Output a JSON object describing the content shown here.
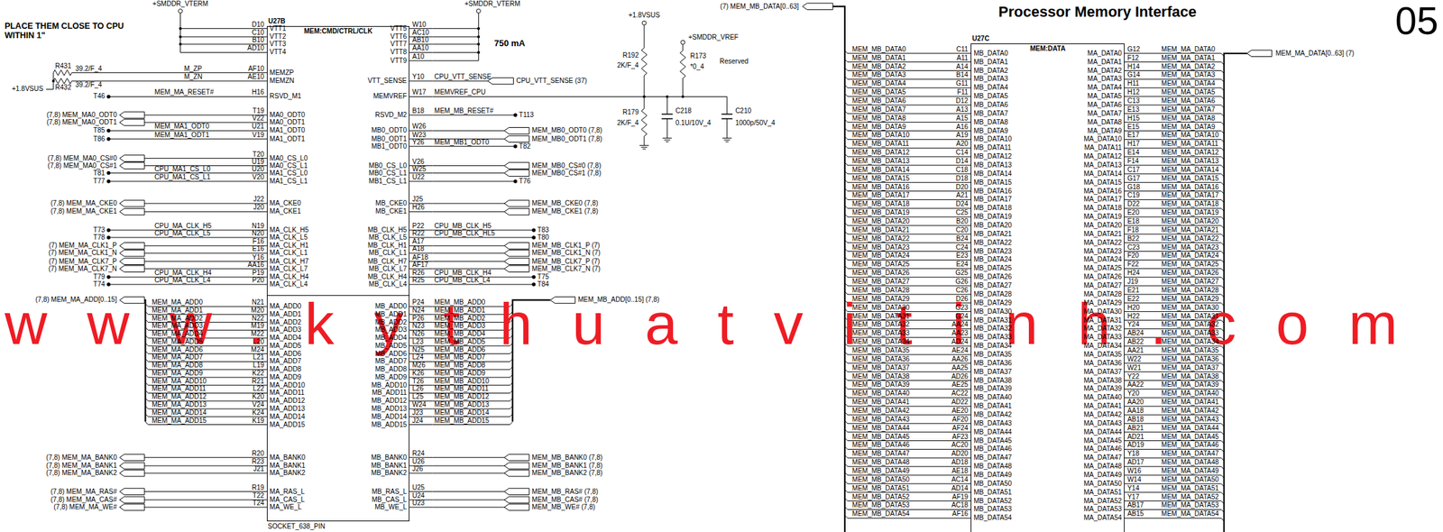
{
  "diagram": {
    "title": "Processor Memory Interface",
    "nodes": [
      {
        "text": [
          "U27B",
          "MEM:CMD/CTRL/CLK"
        ]
      },
      {
        "text": [
          "U27C",
          "MEM:DATA"
        ]
      }
    ],
    "labels": [
      "www.kythuatvitinh.com",
      "+SMDDR_VTERM",
      "PLACE THEM CLOSE TO CPU WITHIN 1\"",
      "R431",
      "39.2/F_4",
      "R432",
      "39.2/F_4",
      "+1.8VSUS",
      "+SMDDR_VTERM",
      "750 mA",
      "+1.8VSUS",
      "+SMDDR_VREF",
      "R192",
      "2K/F_4",
      "R173",
      "*0_4",
      "Reserved",
      "R179",
      "2K/F_4",
      "C218",
      "0.1U/10V_4",
      "C210",
      "1000p/50V_4",
      "(7) MEM_MB_DATA[0..63]",
      "Processor Memory Interface",
      "05",
      "MEM_MA_DATA[0..63] (7)",
      "(7,8) MEM_MA_ADD[0..15]",
      "MEM_MB_ADD[0..15] (7,8)",
      "SOCKET_638_PIN",
      "D10",
      "VTT1",
      "C10",
      "VTT2",
      "B10",
      "VTT3",
      "AD10",
      "VTT4",
      "AF10",
      "MEMZP",
      "M_ZP",
      "AE10",
      "MEMZN",
      "M_ZN",
      "H16",
      "RSVD_M1",
      "MEM_MA_RESET#",
      "T46",
      "T19",
      "MA0_ODT0",
      "(7,8) MEM_MA0_ODT0",
      "V22",
      "MA0_ODT1",
      "(7,8) MEM_MA0_ODT1",
      "U21",
      "MA1_ODT0",
      "MEM_MA1_ODT0",
      "T85",
      "V19",
      "MA1_ODT1",
      "MEM_MA1_ODT1",
      "T86",
      "T20",
      "MA0_CS_L0",
      "(7,8) MEM_MA0_CS#0",
      "U19",
      "MA0_CS_L1",
      "(7,8) MEM_MA0_CS#1",
      "U20",
      "MA1_CS_L0",
      "CPU_MA1_CS_L0",
      "T81",
      "V20",
      "MA1_CS_L1",
      "CPU_MA1_CS_L1",
      "T77",
      "J22",
      "MA_CKE0",
      "(7,8) MEM_MA_CKE0",
      "J20",
      "MA_CKE1",
      "(7,8) MEM_MA_CKE1",
      "N19",
      "MA_CLK_H5",
      "CPU_MA_CLK_H5",
      "T73",
      "N20",
      "MA_CLK_L5",
      "CPU_MA_CLK_L5",
      "T78",
      "F16",
      "MA_CLK_H1",
      "(7) MEM_MA_CLK1_P",
      "E16",
      "MA_CLK_L1",
      "(7) MEM_MA_CLK1_N",
      "Y16",
      "MA_CLK_H7",
      "(7) MEM_MA_CLK7_P",
      "AA16",
      "MA_CLK_L7",
      "(7) MEM_MA_CLK7_N",
      "P19",
      "MA_CLK_H4",
      "CPU_MA_CLK_H4",
      "T79",
      "P20",
      "MA_CLK_L4",
      "CPU_MA_CLK_L4",
      "T74",
      "N21",
      "MA_ADD0",
      "MEM_MA_ADD0",
      "M20",
      "MA_ADD1",
      "MEM_MA_ADD1",
      "N22",
      "MA_ADD2",
      "MEM_MA_ADD2",
      "M19",
      "MA_ADD3",
      "MEM_MA_ADD3",
      "M22",
      "MA_ADD4",
      "MEM_MA_ADD4",
      "L20",
      "MA_ADD5",
      "MEM_MA_ADD5",
      "M24",
      "MA_ADD6",
      "MEM_MA_ADD6",
      "L21",
      "MA_ADD7",
      "MEM_MA_ADD7",
      "L19",
      "MA_ADD8",
      "MEM_MA_ADD8",
      "K22",
      "MA_ADD9",
      "MEM_MA_ADD9",
      "R21",
      "MA_ADD10",
      "MEM_MA_ADD10",
      "L22",
      "MA_ADD11",
      "MEM_MA_ADD11",
      "K20",
      "MA_ADD12",
      "MEM_MA_ADD12",
      "V24",
      "MA_ADD13",
      "MEM_MA_ADD13",
      "K24",
      "MA_ADD14",
      "MEM_MA_ADD14",
      "K19",
      "MA_ADD15",
      "MEM_MA_ADD15",
      "R20",
      "MA_BANK0",
      "(7,8) MEM_MA_BANK0",
      "R23",
      "MA_BANK1",
      "(7,8) MEM_MA_BANK1",
      "J21",
      "MA_BANK2",
      "(7,8) MEM_MA_BANK2",
      "R19",
      "MA_RAS_L",
      "(7,8) MEM_MA_RAS#",
      "T22",
      "MA_CAS_L",
      "(7,8) MEM_MA_CAS#",
      "T24",
      "MA_WE_L",
      "(7,8) MEM_MA_WE#",
      "W10",
      "VTT5",
      "AC10",
      "VTT6",
      "AB10",
      "VTT7",
      "AA10",
      "VTT8",
      "A10",
      "VTT9",
      "Y10",
      "VTT_SENSE",
      "CPU_VTT_SENSE",
      "CPU_VTT_SENSE (37)",
      "W17",
      "MEMVREF",
      "MEMVREF_CPU",
      "B18",
      "RSVD_M2",
      "MEM_MB_RESET#",
      "T113",
      "W26",
      "MB0_ODT0",
      "MEM_MB0_ODT0 (7,8)",
      "W23",
      "MB0_ODT1",
      "MEM_MB0_ODT1 (7,8)",
      "Y26",
      "MB1_ODT0",
      "MEM_MB1_ODT0",
      "T82",
      "V26",
      "MB0_CS_L0",
      "MEM_MB0_CS#0 (7,8)",
      "W25",
      "MB0_CS_L1",
      "MEM_MB0_CS#1 (7,8)",
      "U22",
      "MB1_CS_L1",
      "T76",
      "J25",
      "MB_CKE0",
      "MEM_MB_CKE0 (7,8)",
      "H26",
      "MB_CKE1",
      "MEM_MB_CKE1 (7,8)",
      "P22",
      "MB_CLK_H5",
      "CPU_MB_CLK_H5",
      "T83",
      "R22",
      "MB_CLK_L5",
      "CPU_MB_CLK_HL5",
      "T80",
      "A17",
      "MB_CLK_H1",
      "MEM_MB_CLK1_P (7)",
      "A18",
      "MB_CLK_L1",
      "MEM_MB_CLK1_N (7)",
      "AF18",
      "MB_CLK_H7",
      "MEM_MB_CLK7_P (7)",
      "AF17",
      "MB_CLK_L7",
      "MEM_MB_CLK7_N (7)",
      "R26",
      "MB_CLK_H4",
      "CPU_MB_CLK_H4",
      "T75",
      "R25",
      "MB_CLK_L4",
      "CPU_MB_CLK_L4",
      "T84",
      "P24",
      "MB_ADD0",
      "MEM_MB_ADD0",
      "N24",
      "MB_ADD1",
      "MEM_MB_ADD1",
      "P26",
      "MB_ADD2",
      "MEM_MB_ADD2",
      "N23",
      "MB_ADD3",
      "MEM_MB_ADD3",
      "N26",
      "MB_ADD4",
      "MEM_MB_ADD4",
      "L23",
      "MB_ADD5",
      "MEM_MB_ADD5",
      "N25",
      "MB_ADD6",
      "MEM_MB_ADD6",
      "L24",
      "MB_ADD7",
      "MEM_MB_ADD7",
      "M26",
      "MB_ADD8",
      "MEM_MB_ADD8",
      "K26",
      "MB_ADD9",
      "MEM_MB_ADD9",
      "T26",
      "MB_ADD10",
      "MEM_MB_ADD10",
      "L26",
      "MB_ADD11",
      "MEM_MB_ADD11",
      "L25",
      "MB_ADD12",
      "MEM_MB_ADD12",
      "W24",
      "MB_ADD13",
      "MEM_MB_ADD13",
      "J23",
      "MB_ADD14",
      "MEM_MB_ADD14",
      "J24",
      "MB_ADD15",
      "MEM_MB_ADD15",
      "R24",
      "MB_BANK0",
      "MEM_MB_BANK0 (7,8)",
      "U26",
      "MB_BANK1",
      "MEM_MB_BANK1 (7,8)",
      "J26",
      "MB_BANK2",
      "MEM_MB_BANK2 (7,8)",
      "U25",
      "MB_RAS_L",
      "MEM_MB_RAS# (7,8)",
      "U24",
      "MB_CAS_L",
      "MEM_MB_CAS# (7,8)",
      "U23",
      "MB_WE_L",
      "MEM_MB_WE# (7,8)",
      "MEM_MB_DATA0",
      "C11",
      "MB_DATA0",
      "MA_DATA0",
      "G12",
      "MEM_MA_DATA0",
      "MEM_MB_DATA1",
      "A11",
      "MB_DATA1",
      "MA_DATA1",
      "F12",
      "MEM_MA_DATA1",
      "MEM_MB_DATA2",
      "A14",
      "MB_DATA2",
      "MA_DATA2",
      "H14",
      "MEM_MA_DATA2",
      "MEM_MB_DATA3",
      "B14",
      "MB_DATA3",
      "MA_DATA3",
      "G14",
      "MEM_MA_DATA3",
      "MEM_MB_DATA4",
      "G11",
      "MB_DATA4",
      "MA_DATA4",
      "H11",
      "MEM_MA_DATA4",
      "MEM_MB_DATA5",
      "F11",
      "MB_DATA5",
      "MA_DATA5",
      "H12",
      "MEM_MA_DATA5",
      "MEM_MB_DATA6",
      "D12",
      "MB_DATA6",
      "MA_DATA6",
      "C13",
      "MEM_MA_DATA6",
      "MEM_MB_DATA7",
      "A13",
      "MB_DATA7",
      "MA_DATA7",
      "E13",
      "MEM_MA_DATA7",
      "MEM_MB_DATA8",
      "A15",
      "MB_DATA8",
      "MA_DATA8",
      "H15",
      "MEM_MA_DATA8",
      "MEM_MB_DATA9",
      "A16",
      "MB_DATA9",
      "MA_DATA9",
      "E15",
      "MEM_MA_DATA9",
      "MEM_MB_DATA10",
      "A19",
      "MB_DATA10",
      "MA_DATA10",
      "E17",
      "MEM_MA_DATA10",
      "MEM_MB_DATA11",
      "A20",
      "MB_DATA11",
      "MA_DATA11",
      "H17",
      "MEM_MA_DATA11",
      "MEM_MB_DATA12",
      "C14",
      "MB_DATA12",
      "MA_DATA12",
      "E14",
      "MEM_MA_DATA12",
      "MEM_MB_DATA13",
      "D14",
      "MB_DATA13",
      "MA_DATA13",
      "F14",
      "MEM_MA_DATA13",
      "MEM_MB_DATA14",
      "C18",
      "MB_DATA14",
      "MA_DATA14",
      "C17",
      "MEM_MA_DATA14",
      "MEM_MB_DATA15",
      "D18",
      "MB_DATA15",
      "MA_DATA15",
      "G17",
      "MEM_MA_DATA15",
      "MEM_MB_DATA16",
      "D20",
      "MB_DATA16",
      "MA_DATA16",
      "G18",
      "MEM_MA_DATA16",
      "MEM_MB_DATA17",
      "A21",
      "MB_DATA17",
      "MA_DATA17",
      "C19",
      "MEM_MA_DATA17",
      "MEM_MB_DATA18",
      "D24",
      "MB_DATA18",
      "MA_DATA18",
      "D22",
      "MEM_MA_DATA18",
      "MEM_MB_DATA19",
      "C25",
      "MB_DATA19",
      "MA_DATA19",
      "E20",
      "MEM_MA_DATA19",
      "MEM_MB_DATA20",
      "B20",
      "MB_DATA20",
      "MA_DATA20",
      "E18",
      "MEM_MA_DATA20",
      "MEM_MB_DATA21",
      "C20",
      "MB_DATA21",
      "MA_DATA21",
      "F18",
      "MEM_MA_DATA21",
      "MEM_MB_DATA22",
      "B24",
      "MB_DATA22",
      "MA_DATA22",
      "B22",
      "MEM_MA_DATA22",
      "MEM_MB_DATA23",
      "C24",
      "MB_DATA23",
      "MA_DATA23",
      "C23",
      "MEM_MA_DATA23",
      "MEM_MB_DATA24",
      "E23",
      "MB_DATA24",
      "MA_DATA24",
      "F20",
      "MEM_MA_DATA24",
      "MEM_MB_DATA25",
      "E24",
      "MB_DATA25",
      "MA_DATA25",
      "F22",
      "MEM_MA_DATA25",
      "MEM_MB_DATA26",
      "G25",
      "MB_DATA26",
      "MA_DATA26",
      "H24",
      "MEM_MA_DATA26",
      "MEM_MB_DATA27",
      "G26",
      "MB_DATA27",
      "MA_DATA27",
      "J19",
      "MEM_MA_DATA27",
      "MEM_MB_DATA28",
      "C26",
      "MB_DATA28",
      "MA_DATA28",
      "E21",
      "MEM_MA_DATA28",
      "MEM_MB_DATA29",
      "D26",
      "MB_DATA29",
      "MA_DATA29",
      "E22",
      "MEM_MA_DATA29",
      "MEM_MB_DATA30",
      "G23",
      "MB_DATA30",
      "MA_DATA30",
      "H20",
      "MEM_MA_DATA30",
      "MEM_MB_DATA31",
      "G24",
      "MB_DATA31",
      "MA_DATA31",
      "H22",
      "MEM_MA_DATA31",
      "MEM_MB_DATA32",
      "AA24",
      "MB_DATA32",
      "MA_DATA32",
      "Y24",
      "MEM_MA_DATA32",
      "MEM_MB_DATA33",
      "AA23",
      "MB_DATA33",
      "MA_DATA33",
      "AB24",
      "MEM_MA_DATA33",
      "MEM_MB_DATA34",
      "AD24",
      "MB_DATA34",
      "MA_DATA34",
      "AB22",
      "MEM_MA_DATA34",
      "MEM_MB_DATA35",
      "AE24",
      "MB_DATA35",
      "MA_DATA35",
      "AA21",
      "MEM_MA_DATA35",
      "MEM_MB_DATA36",
      "AA26",
      "MB_DATA36",
      "MA_DATA36",
      "W22",
      "MEM_MA_DATA36",
      "MEM_MB_DATA37",
      "AA25",
      "MB_DATA37",
      "MA_DATA37",
      "W21",
      "MEM_MA_DATA37",
      "MEM_MB_DATA38",
      "AD26",
      "MB_DATA38",
      "MA_DATA38",
      "Y22",
      "MEM_MA_DATA38",
      "MEM_MB_DATA39",
      "AE25",
      "MB_DATA39",
      "MA_DATA39",
      "AA22",
      "MEM_MA_DATA39",
      "MEM_MB_DATA40",
      "AC22",
      "MB_DATA40",
      "MA_DATA40",
      "Y20",
      "MEM_MA_DATA40",
      "MEM_MB_DATA41",
      "AD22",
      "MB_DATA41",
      "MA_DATA41",
      "AA20",
      "MEM_MA_DATA41",
      "MEM_MB_DATA42",
      "AE20",
      "MB_DATA42",
      "MA_DATA42",
      "AA18",
      "MEM_MA_DATA42",
      "MEM_MB_DATA43",
      "AF20",
      "MB_DATA43",
      "MA_DATA43",
      "AB18",
      "MEM_MA_DATA43",
      "MEM_MB_DATA44",
      "AF24",
      "MB_DATA44",
      "MA_DATA44",
      "AB21",
      "MEM_MA_DATA44",
      "MEM_MB_DATA45",
      "AF23",
      "MB_DATA45",
      "MA_DATA45",
      "AD21",
      "MEM_MA_DATA45",
      "MEM_MB_DATA46",
      "AC20",
      "MB_DATA46",
      "MA_DATA46",
      "AD19",
      "MEM_MA_DATA46",
      "MEM_MB_DATA47",
      "AD20",
      "MB_DATA47",
      "MA_DATA47",
      "Y18",
      "MEM_MA_DATA47",
      "MEM_MB_DATA48",
      "AD18",
      "MB_DATA48",
      "MA_DATA48",
      "AD17",
      "MEM_MA_DATA48",
      "MEM_MB_DATA49",
      "AE18",
      "MB_DATA49",
      "MA_DATA49",
      "W16",
      "MEM_MA_DATA49",
      "MEM_MB_DATA50",
      "AC14",
      "MB_DATA50",
      "MA_DATA50",
      "W14",
      "MEM_MA_DATA50",
      "MEM_MB_DATA51",
      "AD14",
      "MB_DATA51",
      "MA_DATA51",
      "Y14",
      "MEM_MA_DATA51",
      "MEM_MB_DATA52",
      "AF19",
      "MB_DATA52",
      "MA_DATA52",
      "Y17",
      "MEM_MA_DATA52",
      "MEM_MB_DATA53",
      "AC18",
      "MB_DATA53",
      "MA_DATA53",
      "AB17",
      "MEM_MA_DATA53",
      "MEM_MB_DATA54",
      "AF16",
      "MB_DATA54",
      "MA_DATA54",
      "AB15",
      "MEM_MA_DATA54"
    ]
  }
}
